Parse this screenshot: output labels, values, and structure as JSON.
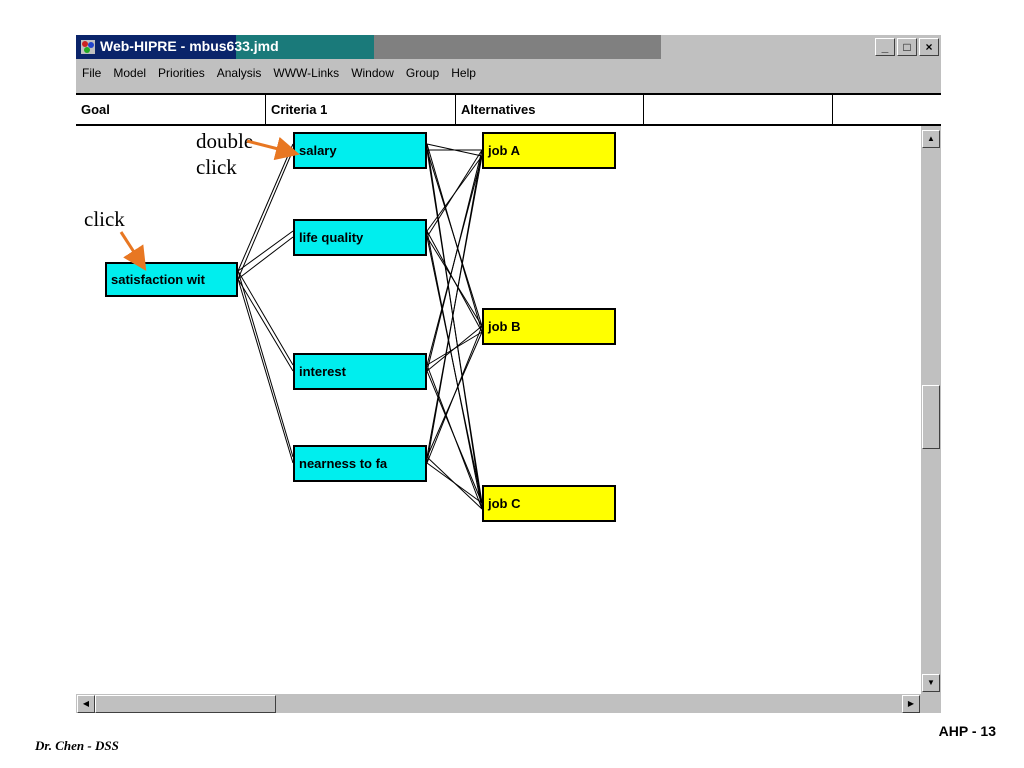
{
  "window": {
    "title": "Web-HIPRE - mbus633.jmd",
    "controls": {
      "minimize": "_",
      "maximize": "□",
      "close": "×"
    }
  },
  "menu": [
    "File",
    "Model",
    "Priorities",
    "Analysis",
    "WWW-Links",
    "Window",
    "Group",
    "Help"
  ],
  "column_headers": [
    "Goal",
    "Criteria 1",
    "Alternatives",
    "",
    ""
  ],
  "model": {
    "goal": {
      "label": "satisfaction wit"
    },
    "criteria": [
      {
        "id": "salary",
        "label": "salary"
      },
      {
        "id": "life-quality",
        "label": "life quality"
      },
      {
        "id": "interest",
        "label": "interest"
      },
      {
        "id": "nearness",
        "label": "nearness to fa"
      }
    ],
    "alternatives": [
      {
        "id": "job-a",
        "label": "job A"
      },
      {
        "id": "job-b",
        "label": "job B"
      },
      {
        "id": "job-c",
        "label": "job C"
      }
    ],
    "colors": {
      "goal": "#00eeee",
      "criteria": "#00eeee",
      "alternatives": "#ffff00"
    }
  },
  "annotations": {
    "double_click": [
      "double",
      "click"
    ],
    "click": "click",
    "arrow_color": "#e87722"
  },
  "footer": {
    "left": "Dr. Chen - DSS",
    "right": "AHP - 13"
  }
}
